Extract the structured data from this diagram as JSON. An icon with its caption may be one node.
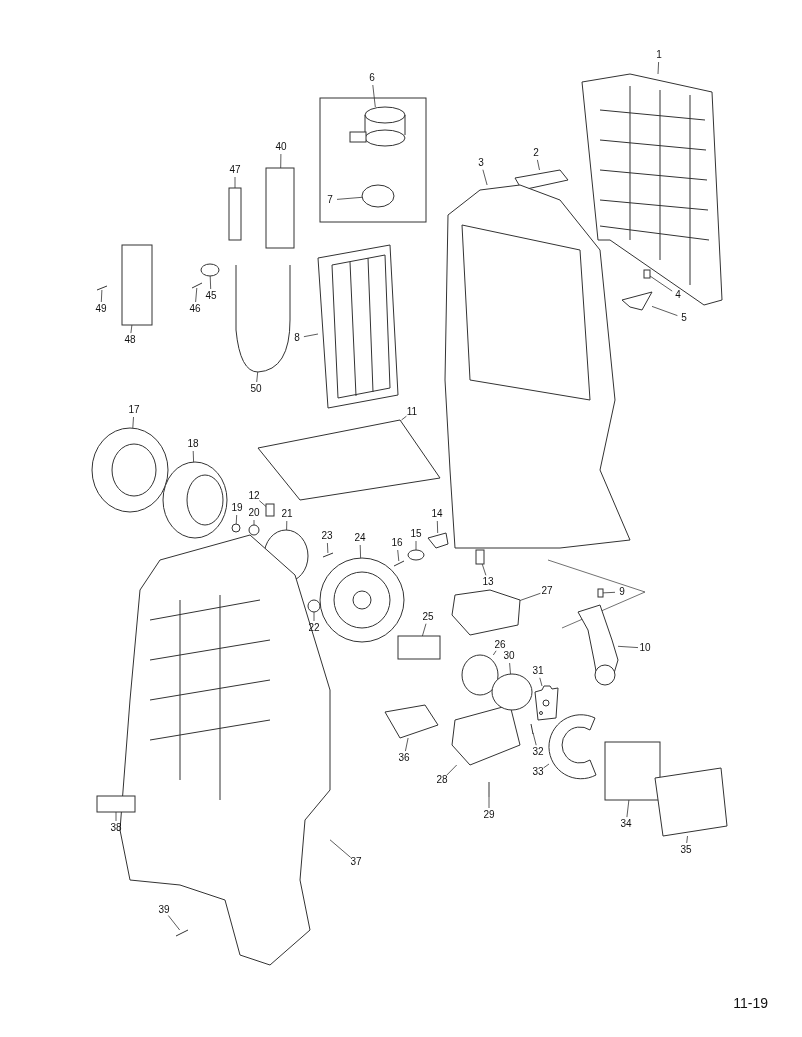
{
  "diagram": {
    "nodes": [
      {
        "text": [
          "1"
        ]
      },
      {
        "text": [
          "2"
        ]
      },
      {
        "text": [
          "3"
        ]
      },
      {
        "text": [
          "4"
        ]
      },
      {
        "text": [
          "5"
        ]
      },
      {
        "text": [
          "6"
        ]
      },
      {
        "text": [
          "7"
        ]
      },
      {
        "text": [
          "8"
        ]
      },
      {
        "text": [
          "9"
        ]
      },
      {
        "text": [
          "10"
        ]
      },
      {
        "text": [
          "11"
        ]
      },
      {
        "text": [
          "12"
        ]
      },
      {
        "text": [
          "13"
        ]
      },
      {
        "text": [
          "14"
        ]
      },
      {
        "text": [
          "15"
        ]
      },
      {
        "text": [
          "16"
        ]
      },
      {
        "text": [
          "17"
        ]
      },
      {
        "text": [
          "18"
        ]
      },
      {
        "text": [
          "19"
        ]
      },
      {
        "text": [
          "20"
        ]
      },
      {
        "text": [
          "21"
        ]
      },
      {
        "text": [
          "22"
        ]
      },
      {
        "text": [
          "23"
        ]
      },
      {
        "text": [
          "24"
        ]
      },
      {
        "text": [
          "25"
        ]
      },
      {
        "text": [
          "26"
        ]
      },
      {
        "text": [
          "27"
        ]
      },
      {
        "text": [
          "28"
        ]
      },
      {
        "text": [
          "29"
        ]
      },
      {
        "text": [
          "30"
        ]
      },
      {
        "text": [
          "31"
        ]
      },
      {
        "text": [
          "32"
        ]
      },
      {
        "text": [
          "33"
        ]
      },
      {
        "text": [
          "34"
        ]
      },
      {
        "text": [
          "35"
        ]
      },
      {
        "text": [
          "36"
        ]
      },
      {
        "text": [
          "37"
        ]
      },
      {
        "text": [
          "38"
        ]
      },
      {
        "text": [
          "39"
        ]
      },
      {
        "text": [
          "40"
        ]
      },
      {
        "text": [
          "45"
        ]
      },
      {
        "text": [
          "46"
        ]
      },
      {
        "text": [
          "47"
        ]
      },
      {
        "text": [
          "48"
        ]
      },
      {
        "text": [
          "49"
        ]
      },
      {
        "text": [
          "50"
        ]
      },
      {
        "text": [],
        "shape": "picture"
      },
      {
        "text": [],
        "shape": "picture"
      },
      {
        "text": [],
        "shape": "picture"
      },
      {
        "text": [],
        "shape": "box"
      },
      {
        "text": [],
        "shape": "picture"
      },
      {
        "text": [],
        "shape": "picture"
      },
      {
        "text": [],
        "shape": "circle"
      },
      {
        "text": [],
        "shape": "picture"
      },
      {
        "text": [],
        "shape": "box"
      },
      {
        "text": [],
        "shape": "picture"
      },
      {
        "text": [],
        "shape": "picture"
      },
      {
        "text": [],
        "shape": "box"
      },
      {
        "text": [],
        "shape": "box"
      },
      {
        "text": [],
        "shape": "picture"
      },
      {
        "text": [],
        "shape": "circle"
      },
      {
        "text": [],
        "shape": "picture"
      },
      {
        "text": [],
        "shape": "picture"
      },
      {
        "text": [],
        "shape": "picture"
      },
      {
        "text": [],
        "shape": "circle"
      },
      {
        "text": [],
        "shape": "circle"
      },
      {
        "text": [],
        "shape": "circle"
      },
      {
        "text": [],
        "shape": "circle"
      },
      {
        "text": [],
        "shape": "picture"
      },
      {
        "text": [],
        "shape": "picture"
      },
      {
        "text": [],
        "shape": "box"
      },
      {
        "text": [],
        "shape": "circle"
      },
      {
        "text": [],
        "shape": "picture"
      },
      {
        "text": [],
        "shape": "picture"
      },
      {
        "text": [],
        "shape": "picture"
      },
      {
        "text": [],
        "shape": "circle"
      },
      {
        "text": [],
        "shape": "picture"
      },
      {
        "text": [],
        "shape": "picture"
      },
      {
        "text": [],
        "shape": "picture"
      },
      {
        "text": [],
        "shape": "box"
      },
      {
        "text": [],
        "shape": "picture"
      },
      {
        "text": [],
        "shape": "picture"
      },
      {
        "text": [],
        "shape": "picture"
      },
      {
        "text": [],
        "shape": "box"
      },
      {
        "text": [],
        "shape": "picture"
      },
      {
        "text": [],
        "shape": "box"
      },
      {
        "text": [],
        "shape": "circle"
      },
      {
        "text": [],
        "shape": "picture"
      },
      {
        "text": [],
        "shape": "box"
      },
      {
        "text": [],
        "shape": "box"
      },
      {
        "text": [],
        "shape": "picture"
      },
      {
        "text": [],
        "shape": "picture"
      }
    ],
    "edges": [
      {
        "from": 0,
        "to": 46,
        "arrow": "none"
      },
      {
        "from": 1,
        "to": 47,
        "arrow": "none"
      },
      {
        "from": 2,
        "to": 48,
        "arrow": "none"
      },
      {
        "from": 3,
        "to": 49,
        "arrow": "none"
      },
      {
        "from": 4,
        "to": 50,
        "arrow": "none"
      },
      {
        "from": 5,
        "to": 51,
        "arrow": "none"
      },
      {
        "from": 6,
        "to": 52,
        "arrow": "none"
      },
      {
        "from": 7,
        "to": 53,
        "arrow": "none"
      },
      {
        "from": 8,
        "to": 54,
        "arrow": "none"
      },
      {
        "from": 9,
        "to": 55,
        "arrow": "none"
      },
      {
        "from": 10,
        "to": 56,
        "arrow": "none"
      },
      {
        "from": 11,
        "to": 57,
        "arrow": "none"
      },
      {
        "from": 12,
        "to": 58,
        "arrow": "none"
      },
      {
        "from": 13,
        "to": 59,
        "arrow": "none"
      },
      {
        "from": 14,
        "to": 60,
        "arrow": "none"
      },
      {
        "from": 15,
        "to": 61,
        "arrow": "none"
      },
      {
        "from": 16,
        "to": 62,
        "arrow": "none"
      },
      {
        "from": 17,
        "to": 63,
        "arrow": "none"
      },
      {
        "from": 18,
        "to": 64,
        "arrow": "none"
      },
      {
        "from": 19,
        "to": 65,
        "arrow": "none"
      },
      {
        "from": 20,
        "to": 66,
        "arrow": "none"
      },
      {
        "from": 21,
        "to": 67,
        "arrow": "none"
      },
      {
        "from": 22,
        "to": 68,
        "arrow": "none"
      },
      {
        "from": 23,
        "to": 69,
        "arrow": "none"
      },
      {
        "from": 24,
        "to": 70,
        "arrow": "none"
      },
      {
        "from": 25,
        "to": 71,
        "arrow": "none"
      },
      {
        "from": 26,
        "to": 72,
        "arrow": "none"
      },
      {
        "from": 27,
        "to": 73,
        "arrow": "none"
      },
      {
        "from": 28,
        "to": 74,
        "arrow": "none"
      },
      {
        "from": 29,
        "to": 75,
        "arrow": "none"
      },
      {
        "from": 30,
        "to": 76,
        "arrow": "none"
      },
      {
        "from": 31,
        "to": 77,
        "arrow": "none"
      },
      {
        "from": 32,
        "to": 78,
        "arrow": "none"
      },
      {
        "from": 33,
        "to": 79,
        "arrow": "none"
      },
      {
        "from": 34,
        "to": 80,
        "arrow": "none"
      },
      {
        "from": 35,
        "to": 81,
        "arrow": "none"
      },
      {
        "from": 36,
        "to": 82,
        "arrow": "none"
      },
      {
        "from": 37,
        "to": 83,
        "arrow": "none"
      },
      {
        "from": 38,
        "to": 84,
        "arrow": "none"
      },
      {
        "from": 39,
        "to": 85,
        "arrow": "none"
      },
      {
        "from": 40,
        "to": 86,
        "arrow": "none"
      },
      {
        "from": 41,
        "to": 87,
        "arrow": "none"
      },
      {
        "from": 42,
        "to": 88,
        "arrow": "none"
      },
      {
        "from": 43,
        "to": 89,
        "arrow": "none"
      },
      {
        "from": 44,
        "to": 90,
        "arrow": "none"
      },
      {
        "from": 45,
        "to": 91,
        "arrow": "none"
      }
    ],
    "labels": [
      "11-19"
    ]
  }
}
